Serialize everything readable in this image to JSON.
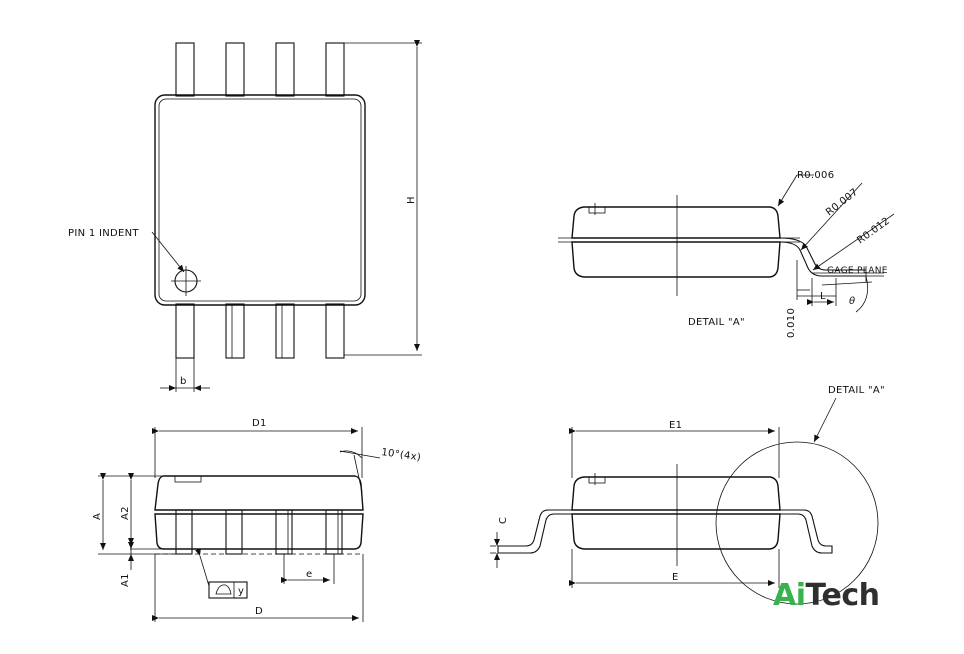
{
  "labels": {
    "pin1_indent": "PIN 1 INDENT",
    "H": "H",
    "b": "b",
    "D1": "D1",
    "angle_10": "10°(4x)",
    "A": "A",
    "A2": "A2",
    "A1": "A1",
    "e": "e",
    "D": "D",
    "flatness": "y",
    "E1": "E1",
    "E": "E",
    "C": "C",
    "R0006": "R0.006",
    "R0007": "R0.007",
    "R0012": "R0.012",
    "gage_plane": "GAGE PLANE",
    "L": "L",
    "theta": "θ",
    "d0010": "0.010",
    "detail_a_view": "DETAIL \"A\"",
    "detail_a_callout": "DETAIL \"A\""
  },
  "logo": {
    "part1": "Ai",
    "part2": "Tech",
    "color_green": "#37b24d",
    "color_dark": "#2f2f2f"
  }
}
